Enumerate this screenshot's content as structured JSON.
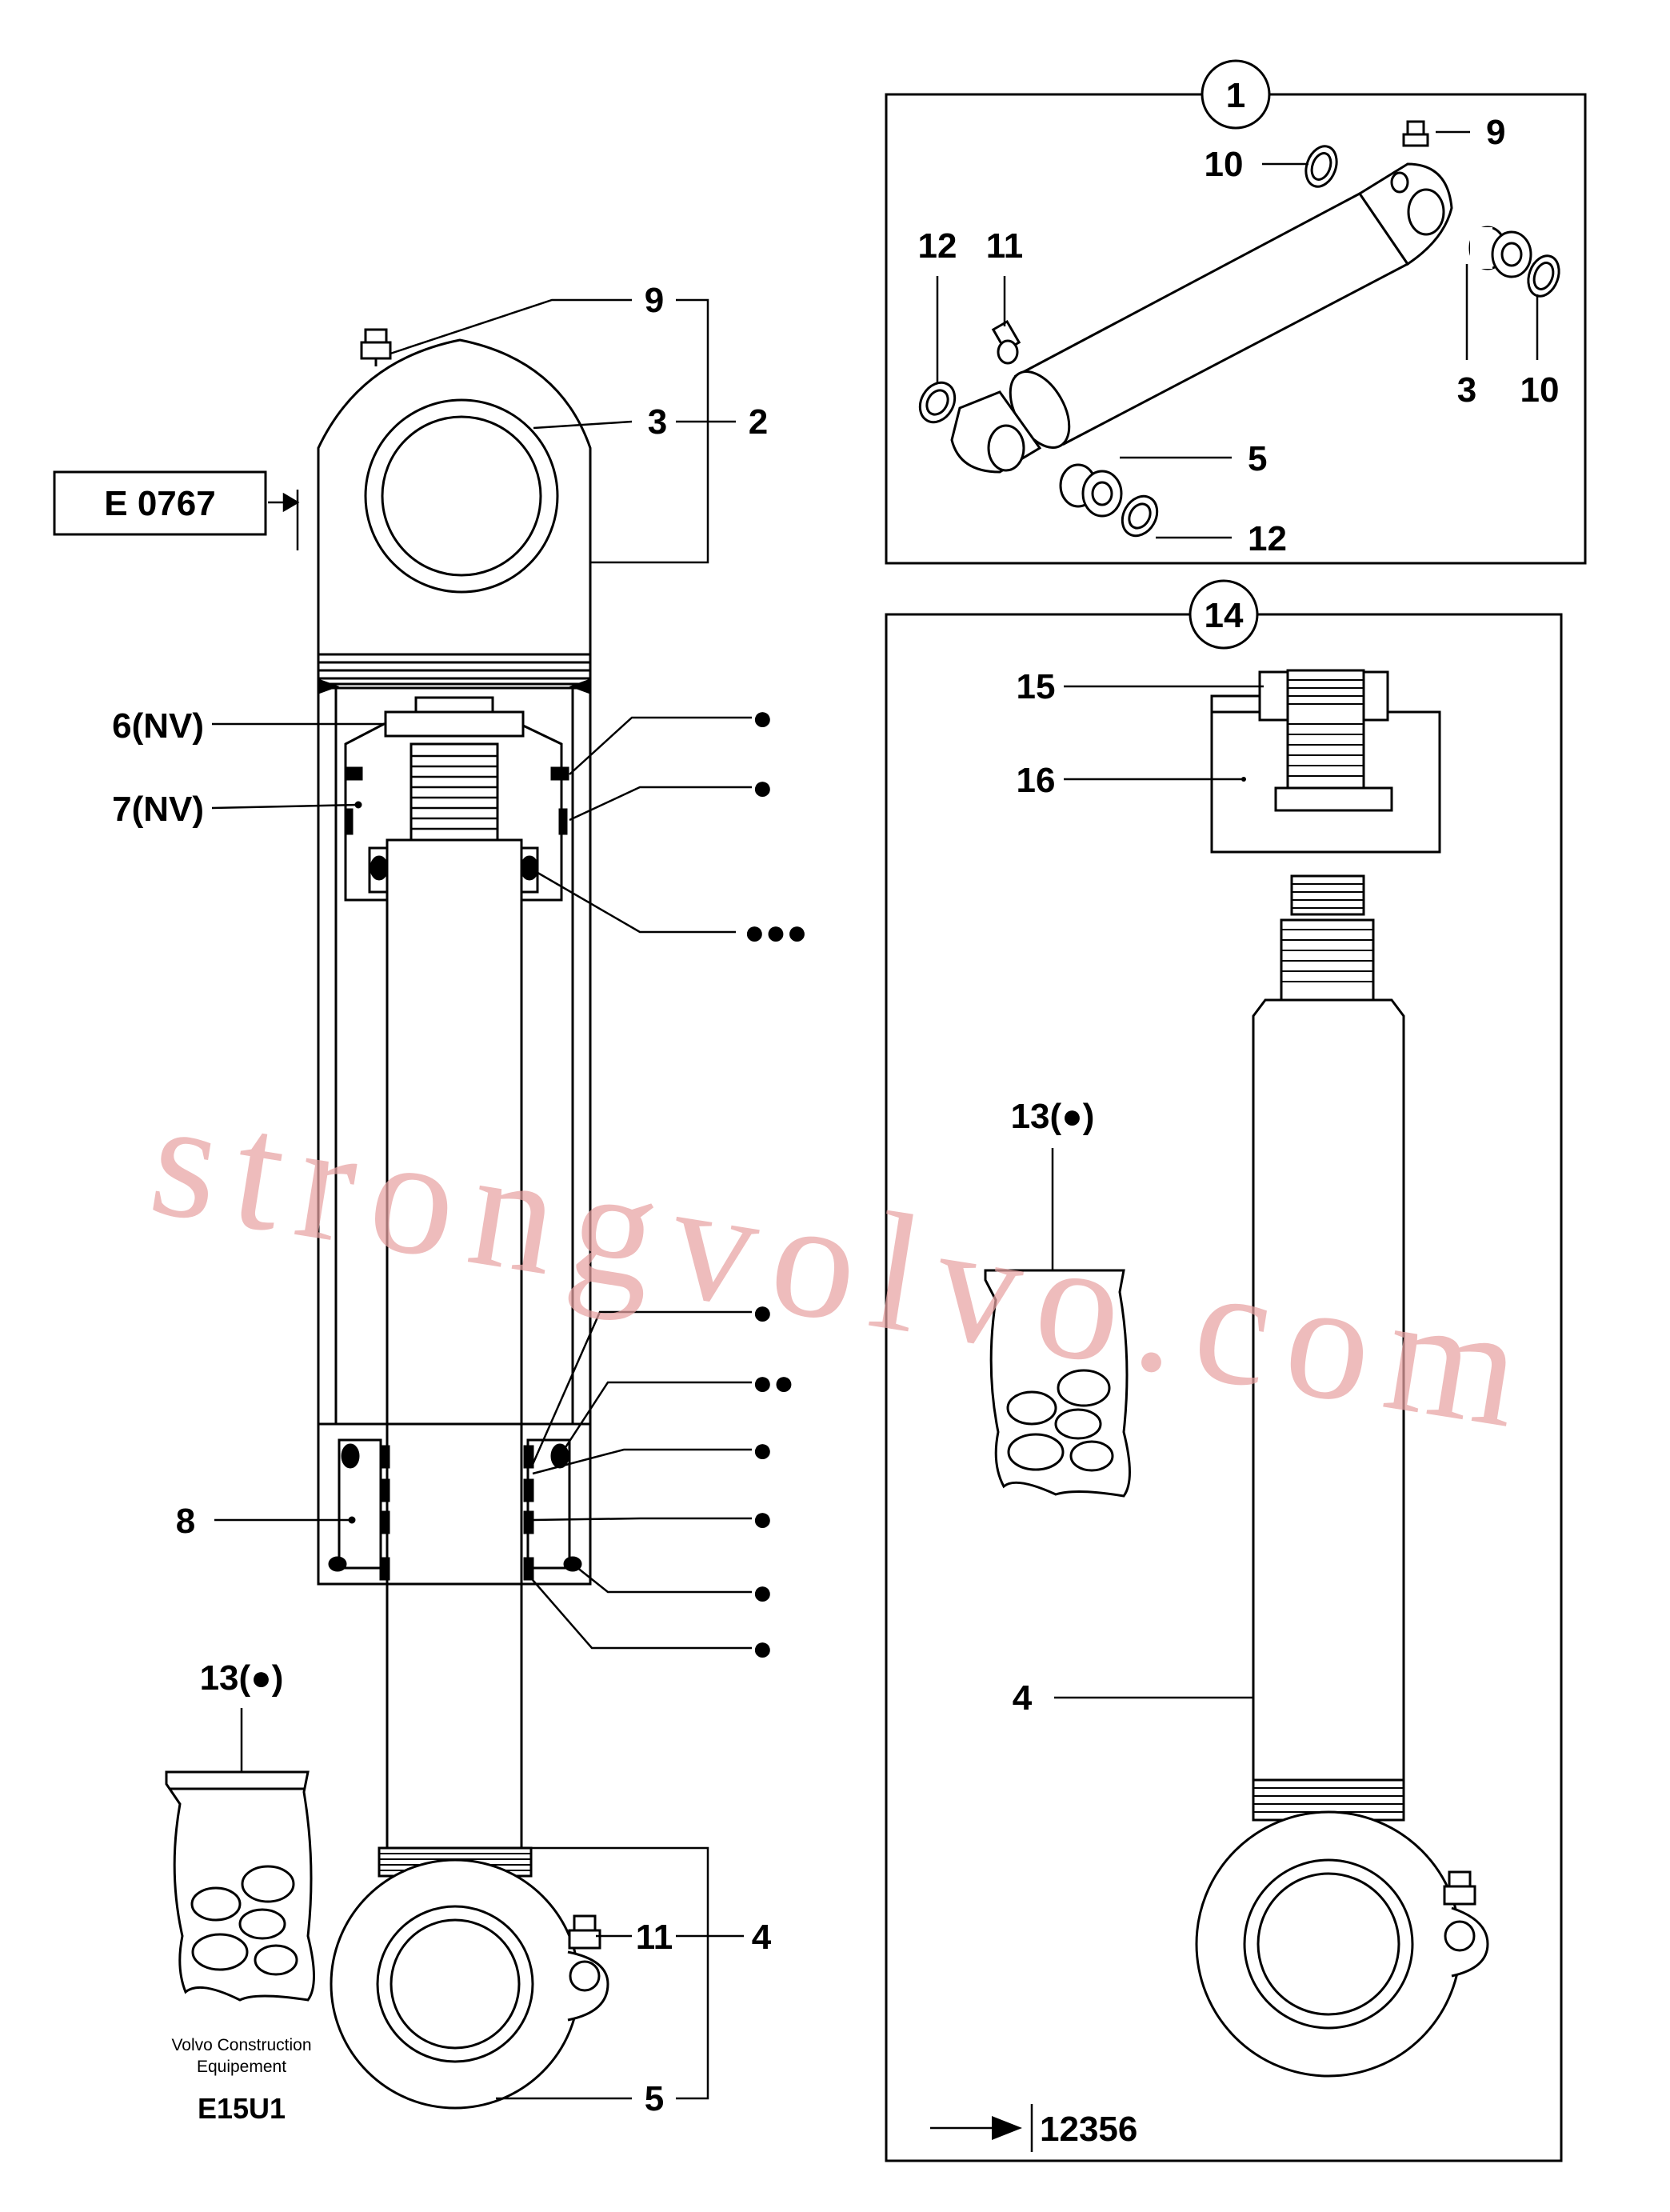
{
  "callouts": {
    "ref_box": "E 0767",
    "left_9": "9",
    "left_3": "3",
    "left_2": "2",
    "left_6": "6(NV)",
    "left_7": "7(NV)",
    "left_8": "8",
    "left_13": "13(●)",
    "left_11": "11",
    "left_4": "4",
    "left_5": "5",
    "dot_1": "●",
    "dot_2": "●",
    "dot_3": "●●●",
    "dot_4": "●",
    "dot_5": "●●",
    "dot_6": "●",
    "dot_7": "●",
    "dot_8": "●",
    "dot_9": "●"
  },
  "inset_1": {
    "number": "1",
    "labels": {
      "n9": "9",
      "n10a": "10",
      "n12a": "12",
      "n11": "11",
      "n3": "3",
      "n10b": "10",
      "n5": "5",
      "n12b": "12"
    }
  },
  "inset_14": {
    "number": "14",
    "labels": {
      "n15": "15",
      "n16": "16",
      "n13": "13(●)",
      "n4": "4"
    },
    "ref_number": "12356"
  },
  "footer": {
    "brand_line1": "Volvo Construction",
    "brand_line2": "Equipement",
    "code": "E15U1"
  },
  "watermark": "strongvolvo.com",
  "colors": {
    "line": "#000000",
    "watermark": "#e8a2a2",
    "background": "#ffffff"
  }
}
